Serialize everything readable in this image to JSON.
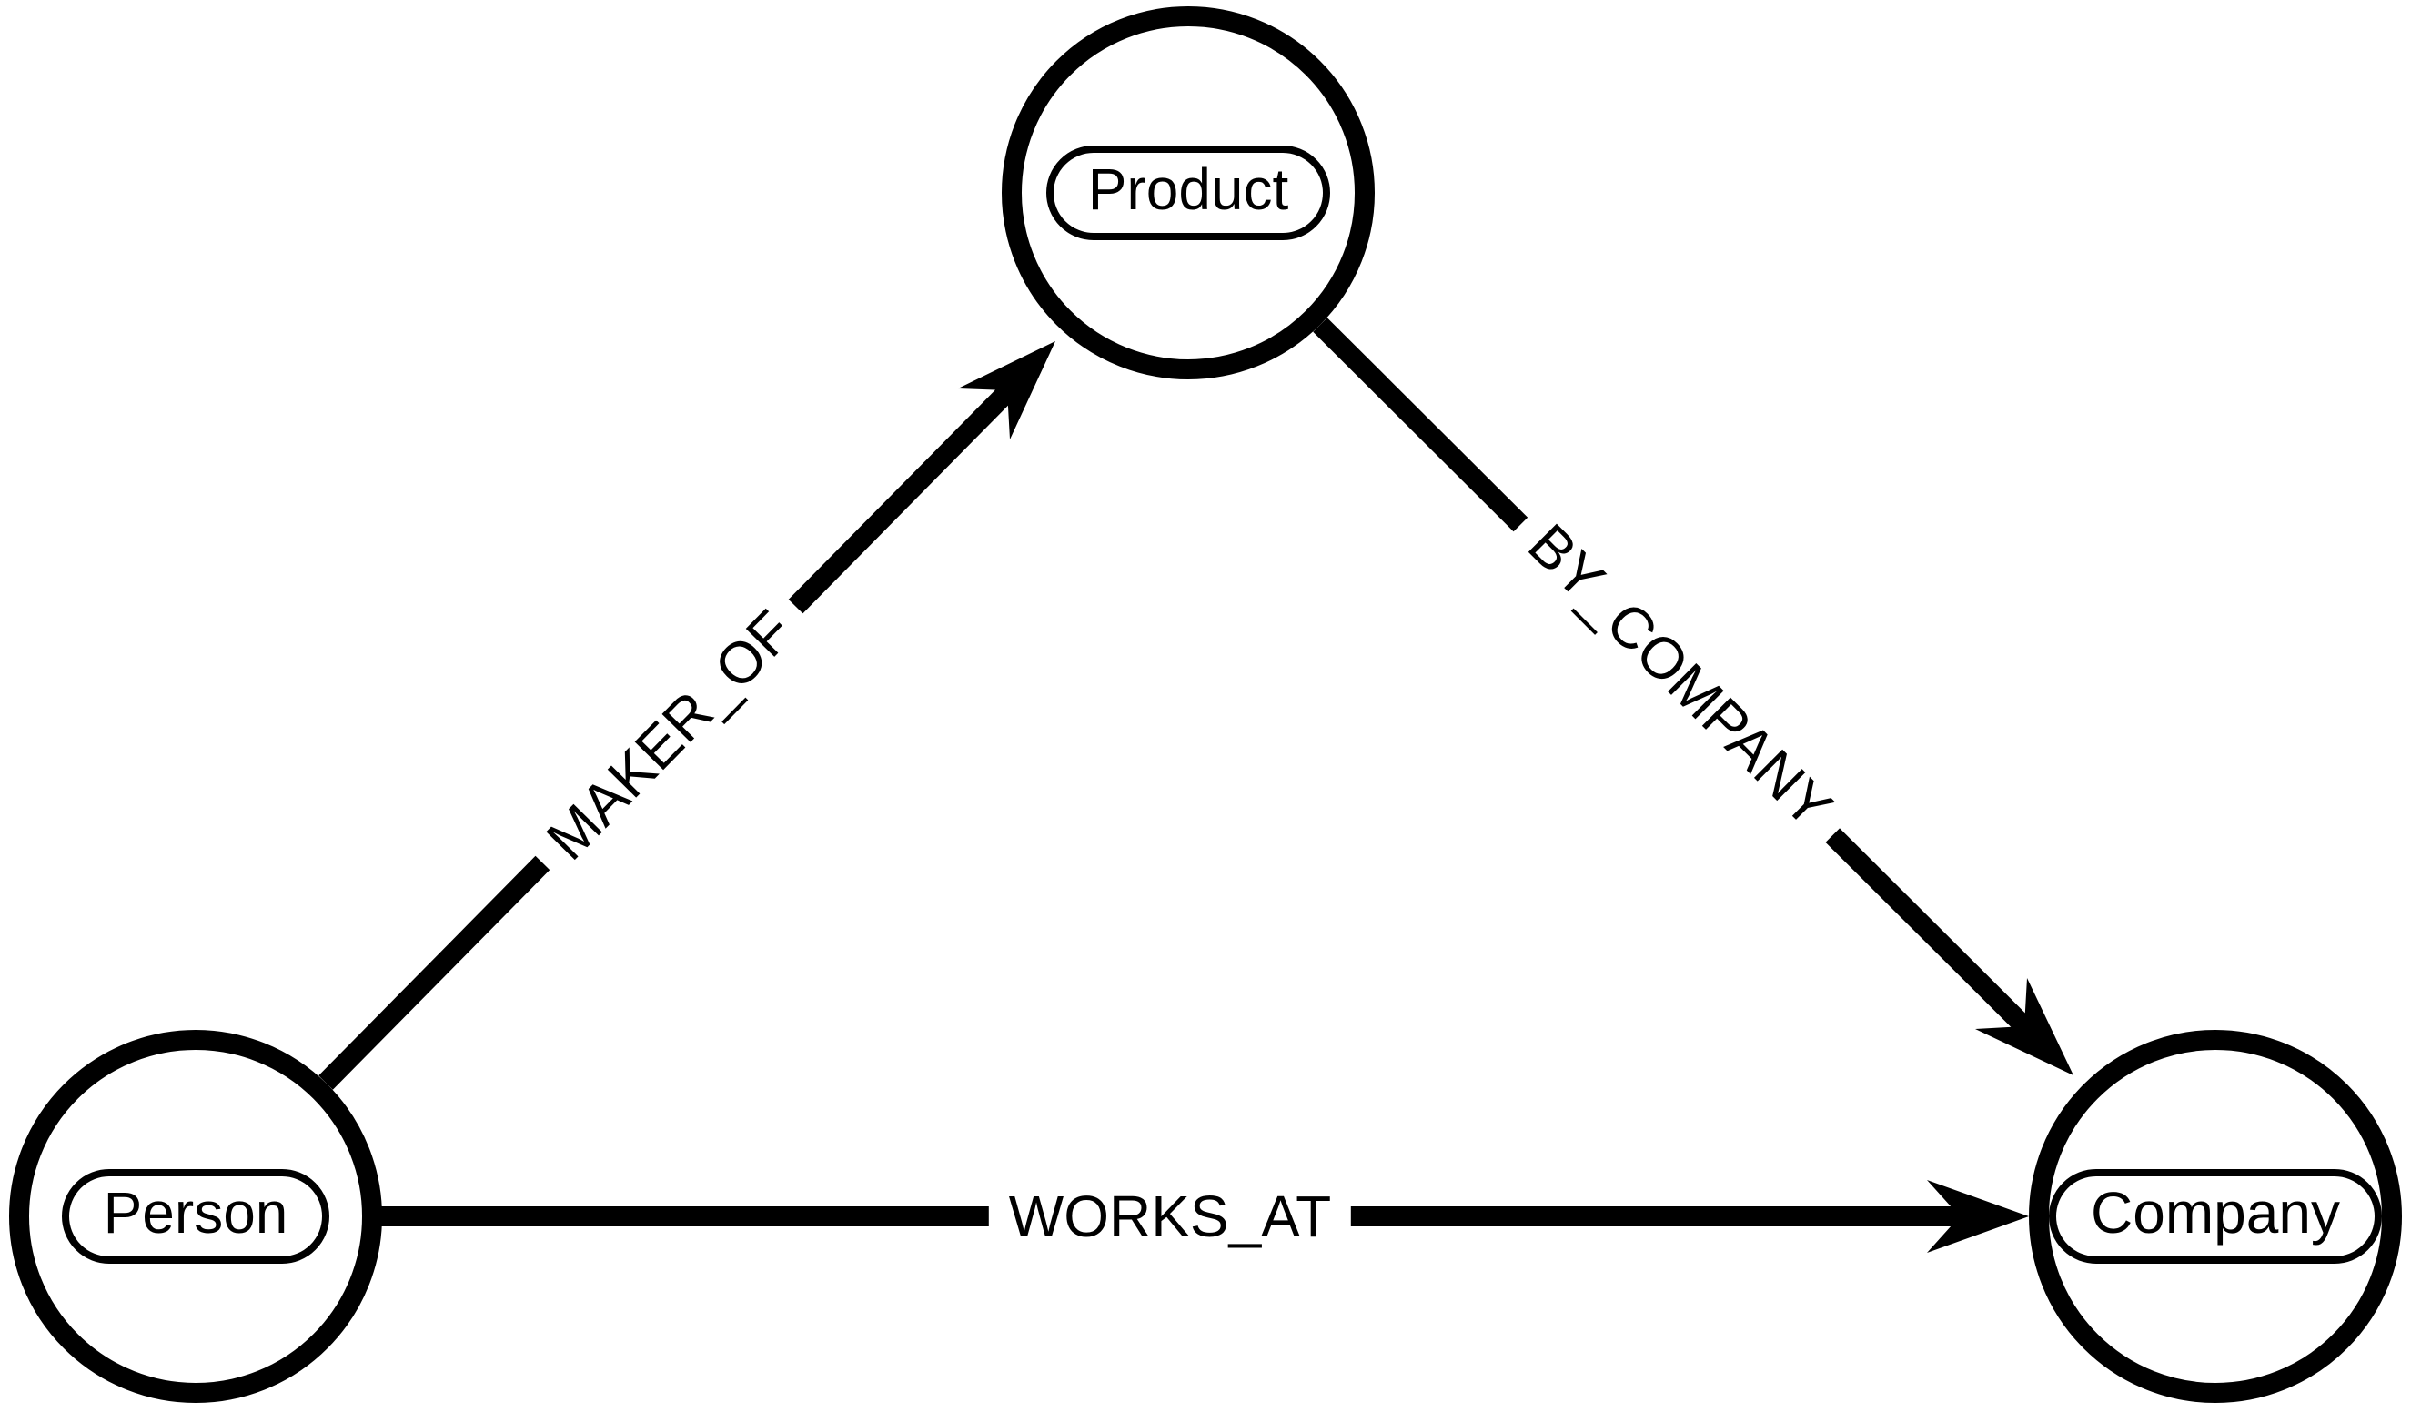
{
  "diagram": {
    "type": "graph-data-model",
    "background_color": "#ffffff",
    "ink_color": "#000000",
    "nodes": [
      {
        "id": "product",
        "label": "Product",
        "shape": "circle",
        "position": "top-center"
      },
      {
        "id": "person",
        "label": "Person",
        "shape": "circle",
        "position": "bottom-left"
      },
      {
        "id": "company",
        "label": "Company",
        "shape": "circle",
        "position": "bottom-right"
      }
    ],
    "edges": [
      {
        "id": "maker_of",
        "label": "MAKER_OF",
        "from": "person",
        "to": "product",
        "directed": true
      },
      {
        "id": "by_company",
        "label": "BY_COMPANY",
        "from": "product",
        "to": "company",
        "directed": true
      },
      {
        "id": "works_at",
        "label": "WORKS_AT",
        "from": "person",
        "to": "company",
        "directed": true
      }
    ]
  }
}
